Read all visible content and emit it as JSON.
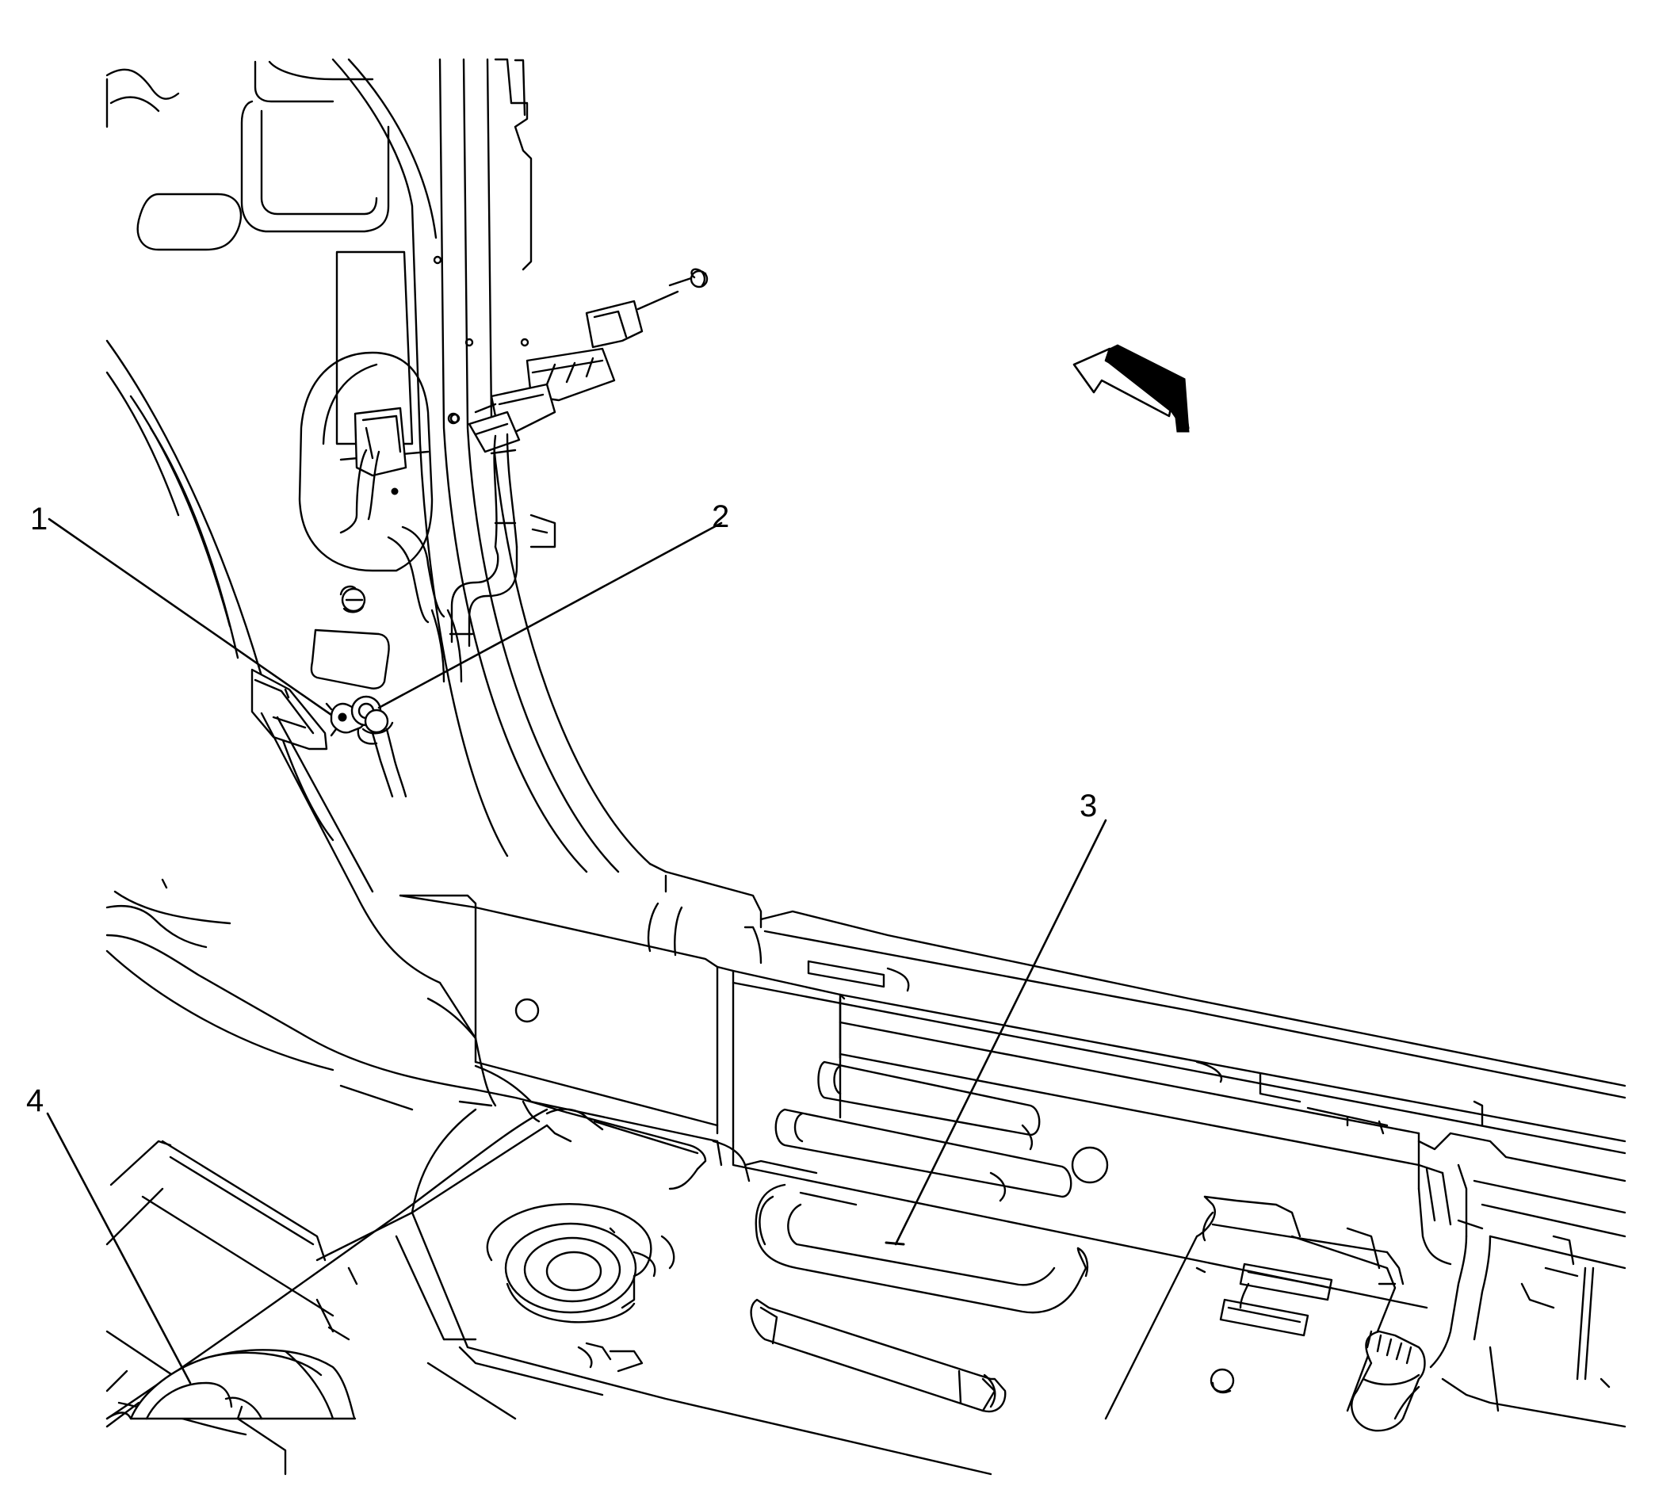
{
  "callouts": {
    "c1": "1",
    "c2": "2",
    "c3": "3",
    "c4": "4"
  },
  "icons": {
    "view_direction": "view-direction-arrow-icon"
  }
}
